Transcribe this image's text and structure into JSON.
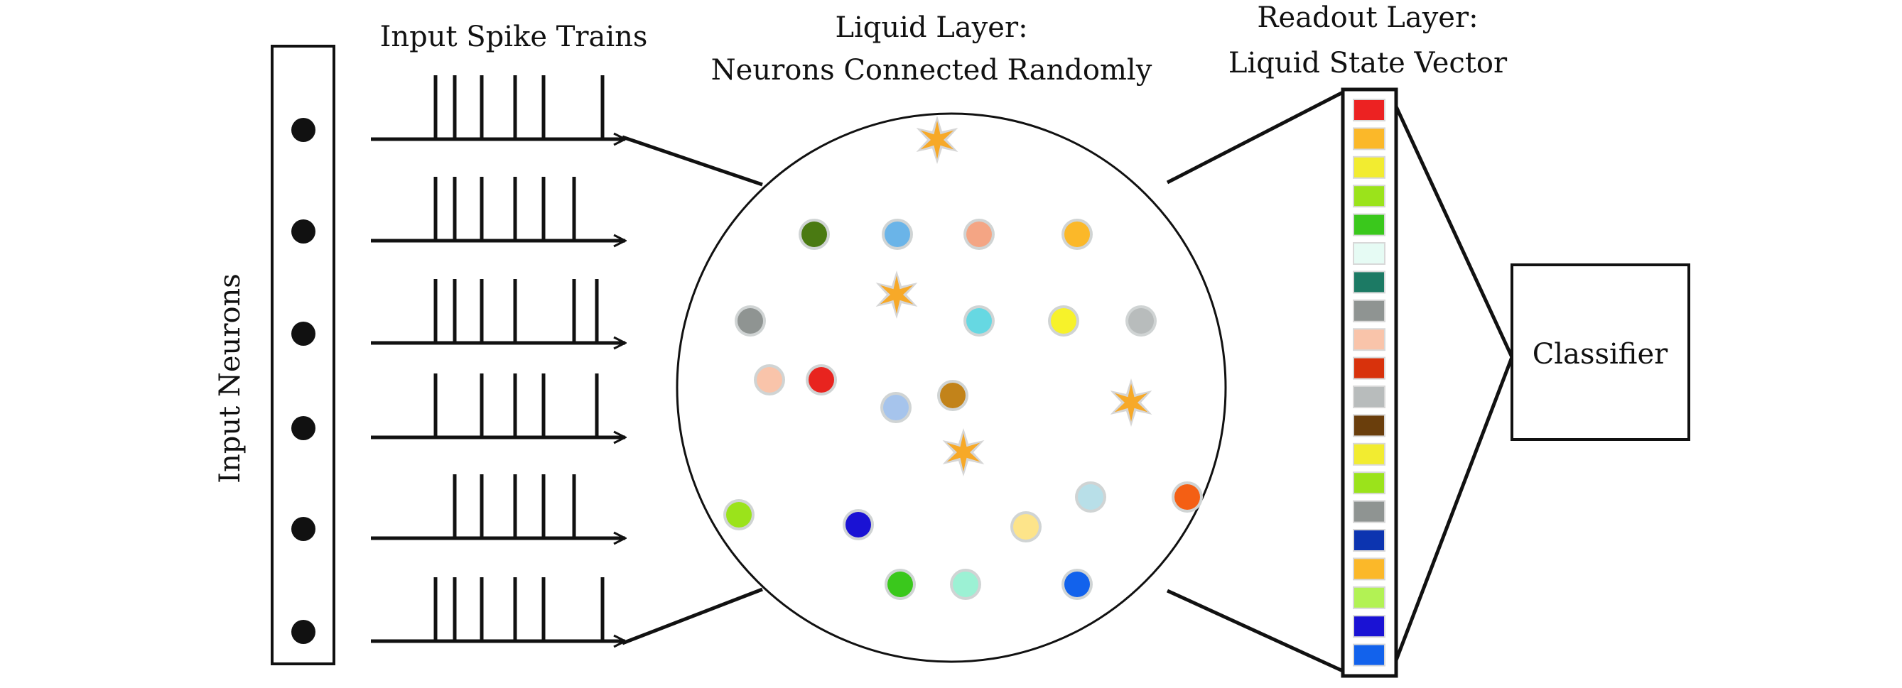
{
  "titles": {
    "input_neurons": "Input Neurons",
    "spike_trains": "Input Spike Trains",
    "liquid_line1": "Liquid Layer:",
    "liquid_line2": "Neurons Connected Randomly",
    "readout_line1": "Readout Layer:",
    "readout_line2": "Liquid State Vector",
    "classifier": "Classifier"
  },
  "input_neuron_count": 6,
  "spike_trains": [
    {
      "spikes": [
        1,
        2,
        3,
        5,
        6,
        9
      ]
    },
    {
      "spikes": [
        1,
        2,
        3,
        5,
        6,
        7
      ]
    },
    {
      "spikes": [
        1,
        2,
        3,
        5,
        7,
        8
      ]
    },
    {
      "spikes": [
        1,
        3,
        5,
        6,
        8
      ]
    },
    {
      "spikes": [
        2,
        3,
        5,
        6,
        7
      ]
    },
    {
      "spikes": [
        1,
        2,
        3,
        5,
        6,
        9
      ]
    }
  ],
  "liquid_neurons": [
    {
      "kind": "dot",
      "color": "#4a7a12"
    },
    {
      "kind": "dot",
      "color": "#6ab4e8"
    },
    {
      "kind": "dot",
      "color": "#f4a584"
    },
    {
      "kind": "dot",
      "color": "#fbb829"
    },
    {
      "kind": "dot",
      "color": "#8f9492"
    },
    {
      "kind": "dot",
      "color": "#66d8e2"
    },
    {
      "kind": "dot",
      "color": "#f7f22a"
    },
    {
      "kind": "dot",
      "color": "#b8bcbc"
    },
    {
      "kind": "dot",
      "color": "#f9c4aa"
    },
    {
      "kind": "dot",
      "color": "#e8241f"
    },
    {
      "kind": "dot",
      "color": "#a6c4ec"
    },
    {
      "kind": "dot",
      "color": "#c2831a"
    },
    {
      "kind": "dot",
      "color": "#9be31b"
    },
    {
      "kind": "dot",
      "color": "#1a12d4"
    },
    {
      "kind": "dot",
      "color": "#fde48a"
    },
    {
      "kind": "dot",
      "color": "#b8dfe8"
    },
    {
      "kind": "dot",
      "color": "#f45f14"
    },
    {
      "kind": "dot",
      "color": "#3ac81c"
    },
    {
      "kind": "dot",
      "color": "#9cf1d4"
    },
    {
      "kind": "dot",
      "color": "#1262ec"
    },
    {
      "kind": "star",
      "color": "#f7a928"
    },
    {
      "kind": "star",
      "color": "#f7a928"
    },
    {
      "kind": "star",
      "color": "#f7a928"
    },
    {
      "kind": "star",
      "color": "#f7a928"
    }
  ],
  "state_vector_colors": [
    "#ec2222",
    "#fbb829",
    "#f2ec30",
    "#9be31b",
    "#3ac81c",
    "#e6fbf4",
    "#1c7a64",
    "#8f9492",
    "#f9c4aa",
    "#d8320c",
    "#b8bcbc",
    "#6a3e0c",
    "#f2ec30",
    "#9be31b",
    "#8f9492",
    "#0c34b0",
    "#fbb829",
    "#b2f254",
    "#1a12d4",
    "#1262ec"
  ],
  "colors": {
    "line": "#111111",
    "neuron": "#111111",
    "circle_fill": "#ffffff",
    "halo": "#d0d4d4"
  }
}
